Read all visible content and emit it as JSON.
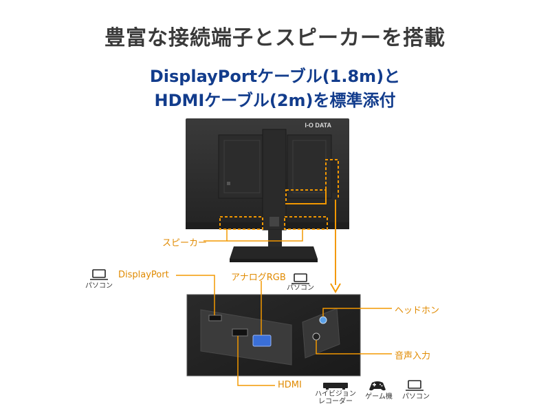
{
  "header": {
    "title": "豊富な接続端子とスピーカーを搭載",
    "subtitle_line1": "DisplayPortケーブル(1.8m)と",
    "subtitle_line2": "HDMIケーブル(2m)を標準添付"
  },
  "monitor": {
    "brand": "I-O DATA"
  },
  "labels": {
    "speaker": "スピーカー",
    "displayport": "DisplayPort",
    "analog_rgb": "アナログRGB",
    "hdmi": "HDMI",
    "headphone": "ヘッドホン",
    "audio_in": "音声入力"
  },
  "devices": {
    "pc_left": "パソコン",
    "pc_mid": "パソコン",
    "recorder_line1": "ハイビジョン",
    "recorder_line2": "レコーダー",
    "game": "ゲーム機",
    "pc_right": "パソコン"
  },
  "colors": {
    "accent": "#f39800",
    "title": "#3a3a3a",
    "subtitle": "#123c8c"
  },
  "icons": [
    "laptop-icon",
    "recorder-icon",
    "gamepad-icon",
    "arrow-down-icon"
  ]
}
